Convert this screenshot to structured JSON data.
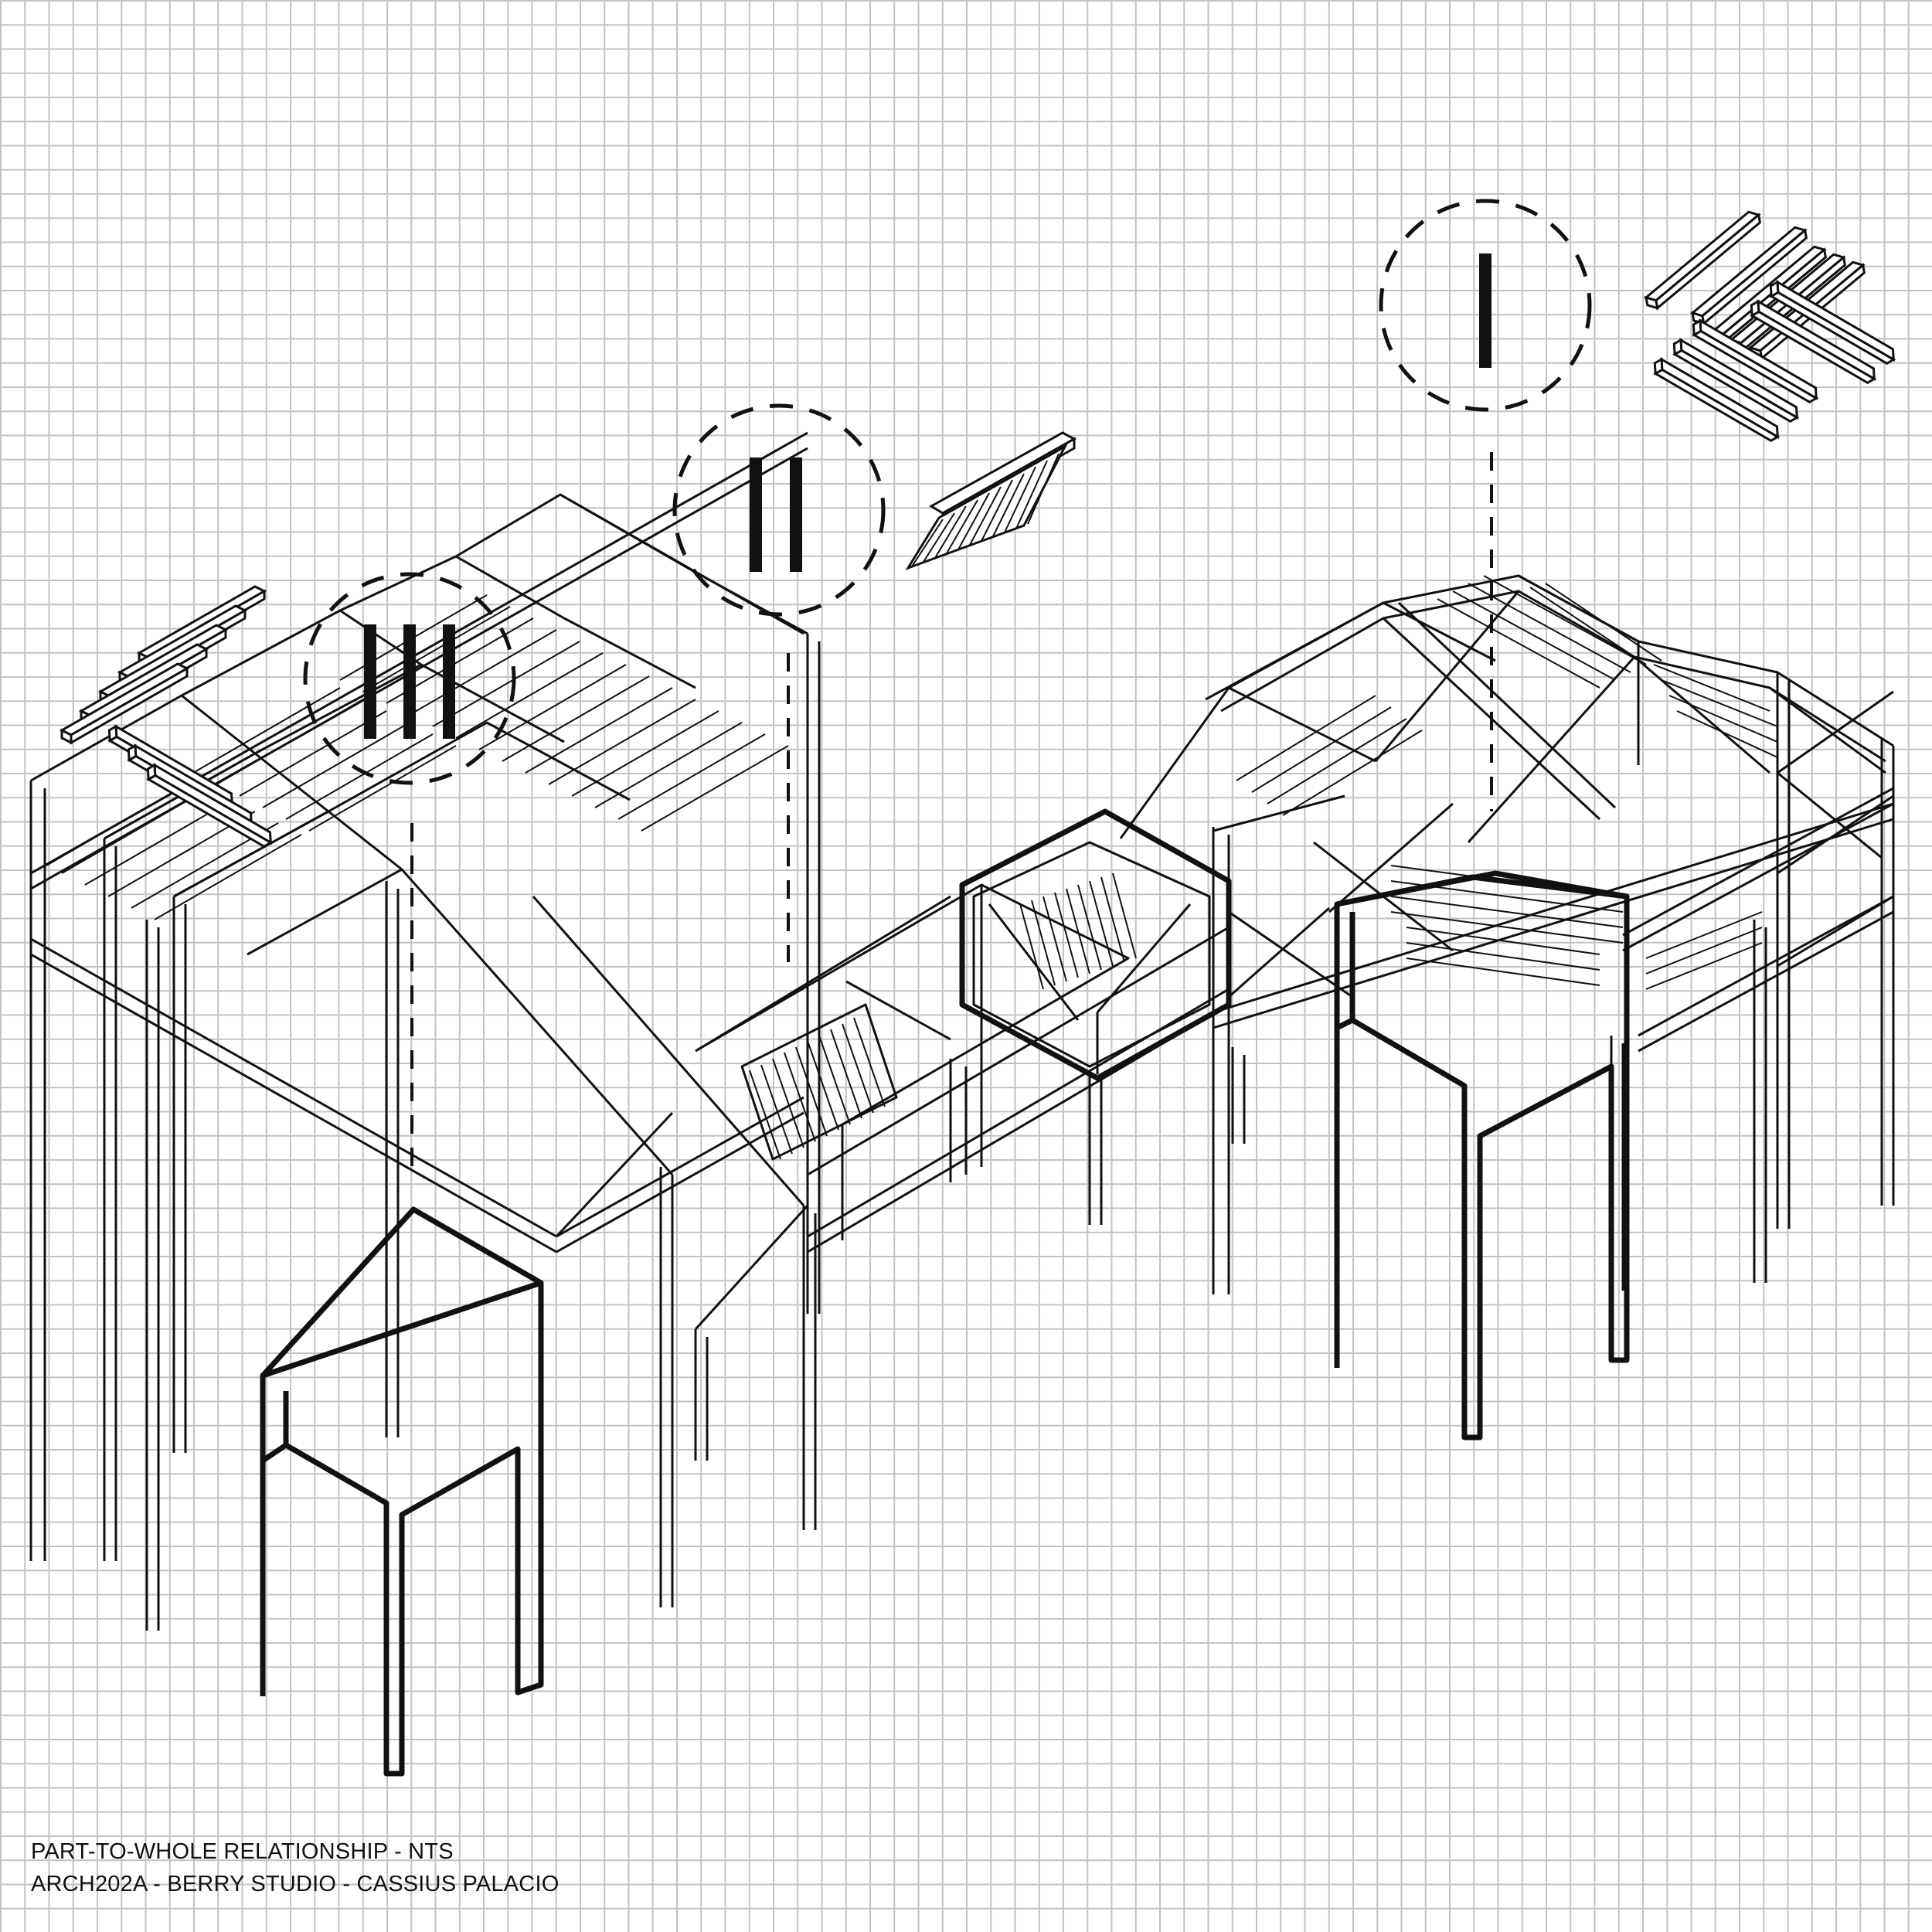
{
  "caption": {
    "line1": "PART-TO-WHOLE RELATIONSHIP - NTS",
    "line2": "ARCH202A - BERRY STUDIO - CASSIUS PALACIO"
  },
  "callouts": [
    {
      "id": "I",
      "bars": 1
    },
    {
      "id": "II",
      "bars": 2
    },
    {
      "id": "III",
      "bars": 3
    }
  ],
  "colors": {
    "line": "#111111",
    "grid": "#c2c2c2",
    "background": "#ffffff"
  }
}
